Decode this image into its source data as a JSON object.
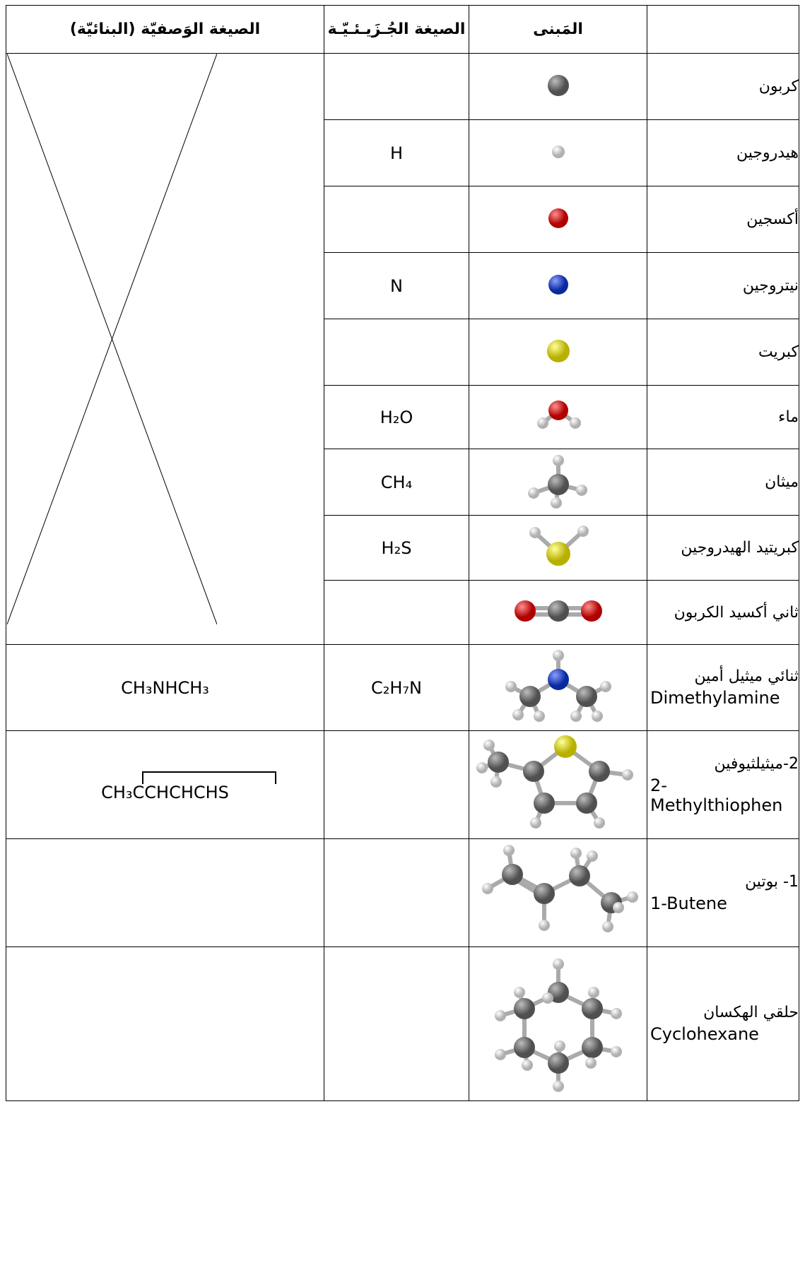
{
  "headers": {
    "model": "المَبنى",
    "molecular": "الصيغة الجُـزَيـئـيّـة",
    "structural": "الصيغة الوَصفيّة (البنائيّة)"
  },
  "rows": [
    {
      "ar": "كربون",
      "en": "",
      "mol": "",
      "struct": ""
    },
    {
      "ar": "هيدروجين",
      "en": "",
      "mol": "H",
      "struct": ""
    },
    {
      "ar": "أكسجين",
      "en": "",
      "mol": "",
      "struct": ""
    },
    {
      "ar": "نيتروجين",
      "en": "",
      "mol": "N",
      "struct": ""
    },
    {
      "ar": "كبريت",
      "en": "",
      "mol": "",
      "struct": ""
    },
    {
      "ar": "ماء",
      "en": "",
      "mol": "H₂O",
      "struct": ""
    },
    {
      "ar": "ميثان",
      "en": "",
      "mol": "CH₄",
      "struct": ""
    },
    {
      "ar": "كبريتيد الهيدروجين",
      "en": "",
      "mol": "H₂S",
      "struct": ""
    },
    {
      "ar": "ثاني أكسيد الكربون",
      "en": "",
      "mol": "",
      "struct": ""
    },
    {
      "ar": "ثنائي ميثيل أمين",
      "en": "Dimethylamine",
      "mol": "C₂H₇N",
      "struct": "CH₃NHCH₃"
    },
    {
      "ar": "2-ميثيلثيوفين",
      "en": "2-Methylthiophen",
      "mol": "",
      "struct": "CH₃CCHCHCHS"
    },
    {
      "ar": "1- بوتين",
      "en": "1-Butene",
      "mol": "",
      "struct": ""
    },
    {
      "ar": "حلقي الهكسان",
      "en": "Cyclohexane",
      "mol": "",
      "struct": ""
    }
  ],
  "colors": {
    "carbon": "#707070",
    "hydrogen": "#e8e8e8",
    "oxygen": "#ee0000",
    "nitrogen": "#1a3fd6",
    "sulfur": "#e8e000"
  }
}
